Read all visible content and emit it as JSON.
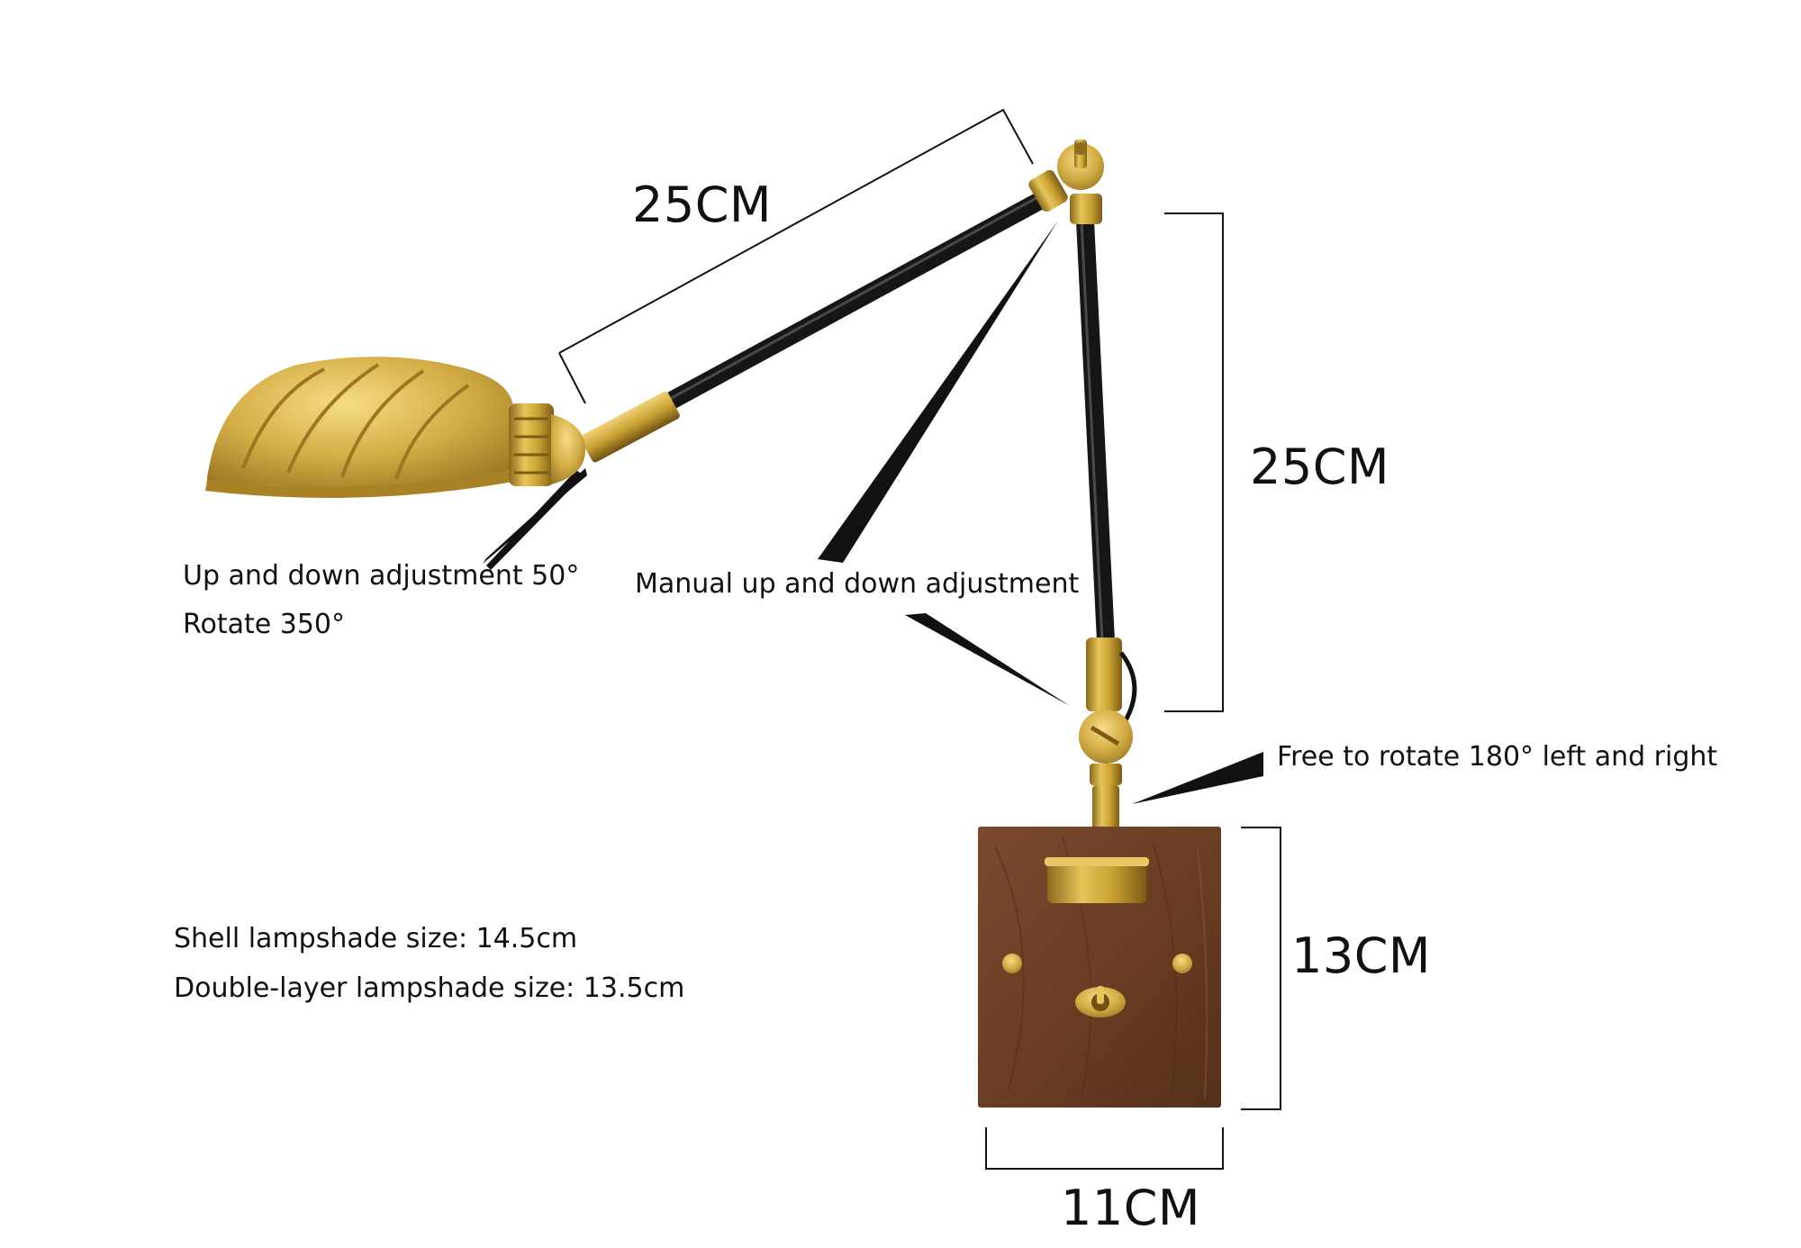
{
  "dimensions": {
    "upper_arm": "25CM",
    "lower_arm": "25CM",
    "base_height": "13CM",
    "base_width": "11CM"
  },
  "annotations": {
    "shade_adjust_line1": "Up and down adjustment 50°",
    "shade_adjust_line2": "Rotate 350°",
    "elbow_adjust": "Manual up and down adjustment",
    "base_rotate": "Free to rotate 180° left and right"
  },
  "specs": {
    "shell_size": "Shell lampshade size: 14.5cm",
    "double_layer_size": "Double-layer lampshade size: 13.5cm"
  },
  "colors": {
    "brass": "#c9a233",
    "arm": "#1a1a1a",
    "wood": "#6e4128",
    "line": "#111111"
  }
}
